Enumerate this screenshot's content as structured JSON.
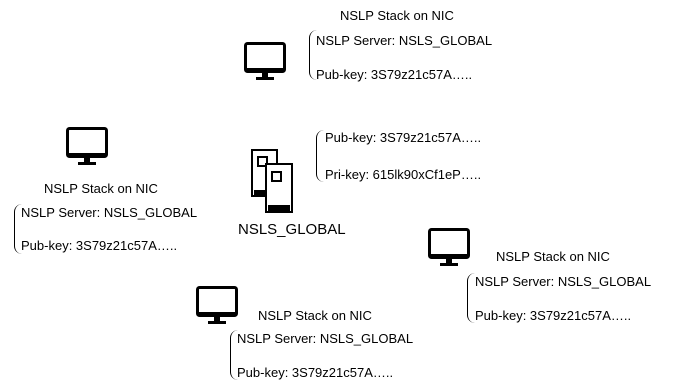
{
  "diagram": {
    "server": {
      "name": "NSLS_GLOBAL",
      "pub_key": "Pub-key: 3S79z21c57A…..",
      "pri_key": "Pri-key: 615lk90xCf1eP….."
    },
    "clients": [
      {
        "title": "NSLP Stack on NIC",
        "server_line": "NSLP Server: NSLS_GLOBAL",
        "pub_key": "Pub-key: 3S79z21c57A….."
      },
      {
        "title": "NSLP Stack on NIC",
        "server_line": "NSLP Server: NSLS_GLOBAL",
        "pub_key": "Pub-key: 3S79z21c57A….."
      },
      {
        "title": "NSLP Stack on NIC",
        "server_line": "NSLP Server: NSLS_GLOBAL",
        "pub_key": "Pub-key: 3S79z21c57A….."
      },
      {
        "title": "NSLP Stack on NIC",
        "server_line": "NSLP Server: NSLS_GLOBAL",
        "pub_key": "Pub-key: 3S79z21c57A….."
      }
    ]
  },
  "icons": {
    "monitor": "monitor-icon",
    "server": "server-icon"
  }
}
